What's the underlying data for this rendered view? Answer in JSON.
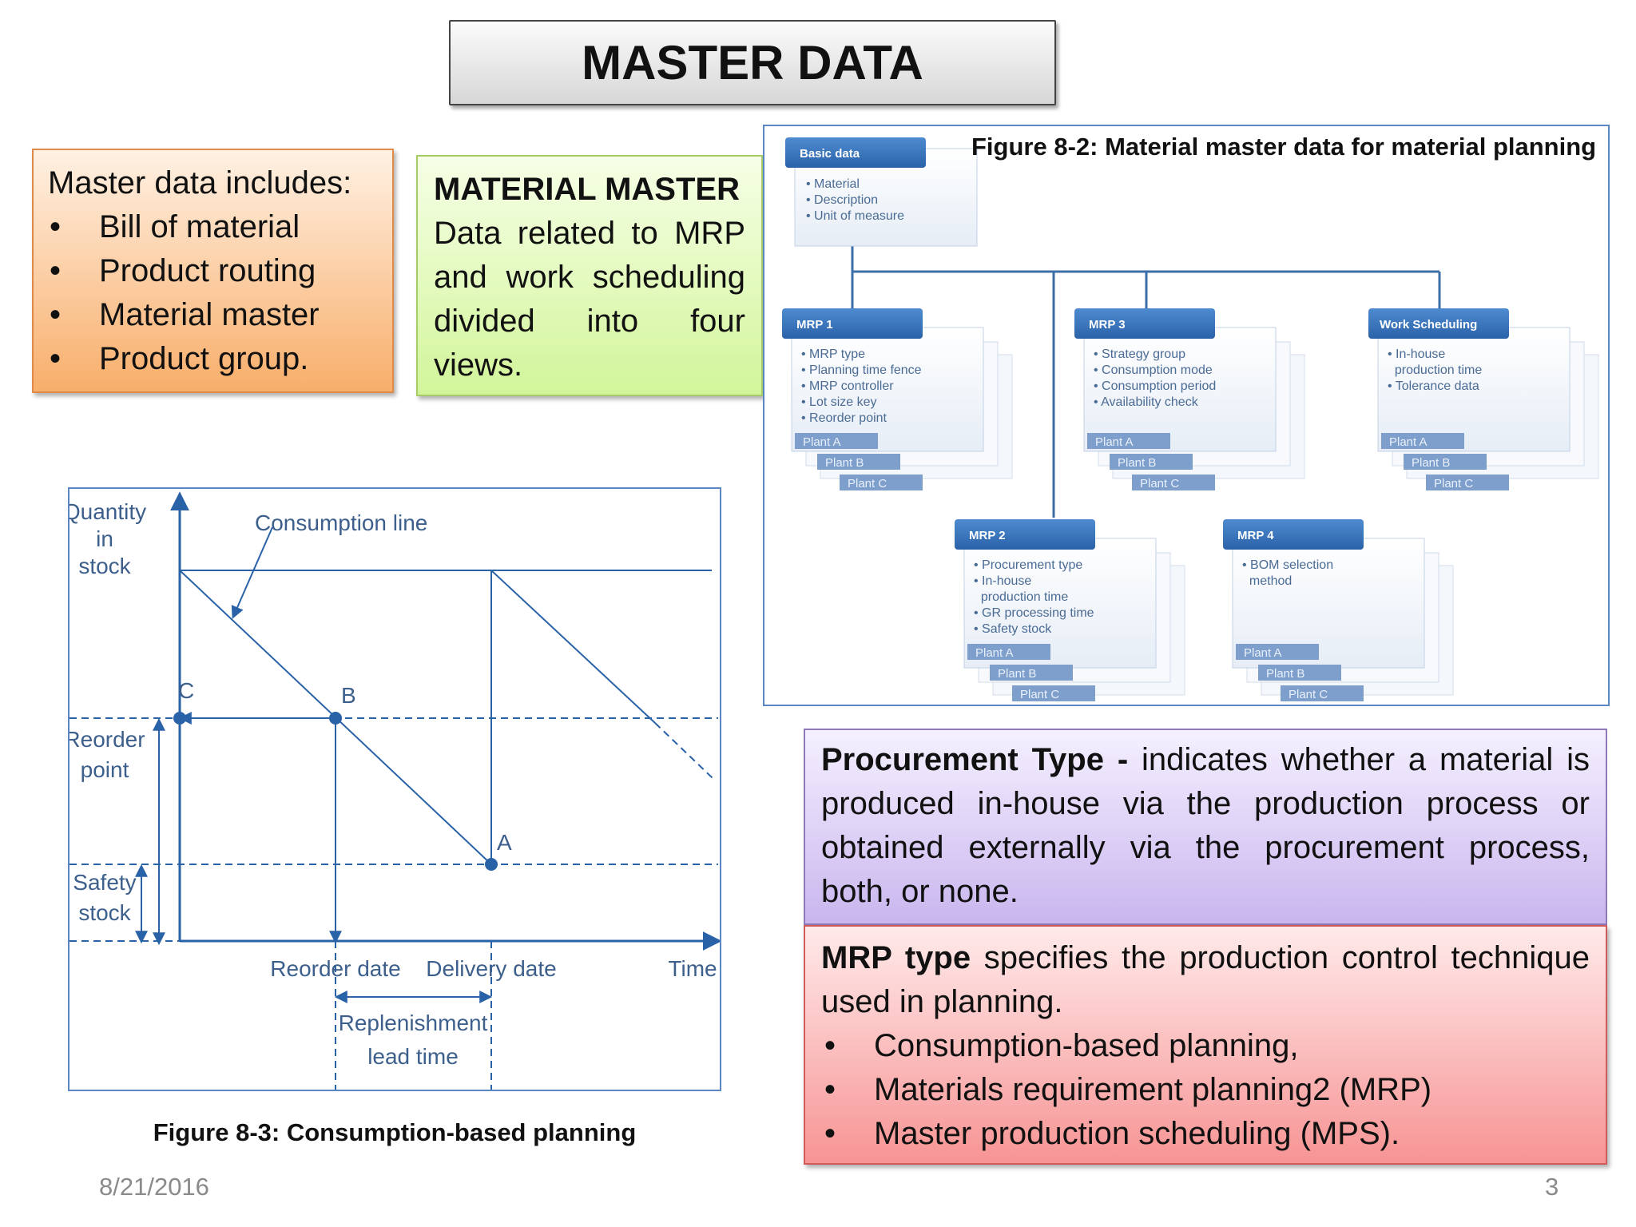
{
  "title": "MASTER DATA",
  "master_box": {
    "heading": "Master data includes:",
    "items": [
      "Bill of material",
      "Product routing",
      "Material master",
      "Product group."
    ]
  },
  "material_box": {
    "heading": "MATERIAL MASTER",
    "body": "Data related to MRP and work scheduling divided into four views."
  },
  "fig82": {
    "title": "Figure 8-2: Material master data for material planning",
    "basic": {
      "label": "Basic data",
      "items": [
        "• Material",
        "• Description",
        "• Unit of measure"
      ]
    },
    "mrp1": {
      "label": "MRP 1",
      "items": [
        "• MRP type",
        "• Planning time fence",
        "• MRP controller",
        "• Lot size key",
        "• Reorder point"
      ]
    },
    "mrp3": {
      "label": "MRP 3",
      "items": [
        "• Strategy group",
        "• Consumption mode",
        "• Consumption period",
        "• Availability check"
      ]
    },
    "work": {
      "label": "Work Scheduling",
      "items": [
        "• In-house",
        "  production time",
        "• Tolerance data"
      ]
    },
    "mrp2": {
      "label": "MRP 2",
      "items": [
        "• Procurement type",
        "• In-house",
        "  production time",
        "• GR processing time",
        "• Safety stock"
      ]
    },
    "mrp4": {
      "label": "MRP 4",
      "items": [
        "• BOM selection",
        "  method"
      ]
    },
    "plants": [
      "Plant A",
      "Plant B",
      "Plant C"
    ]
  },
  "fig83": {
    "caption": "Figure 8-3: Consumption-based planning",
    "ylabel": [
      "Quantity",
      "in",
      "stock"
    ],
    "consumption_line": "Consumption line",
    "reorder_point": [
      "Reorder",
      "point"
    ],
    "safety_stock": [
      "Safety",
      "stock"
    ],
    "point_c": "C",
    "point_b": "B",
    "point_a": "A",
    "reorder_date": "Reorder date",
    "delivery_date": "Delivery date",
    "time": "Time",
    "replenishment": [
      "Replenishment",
      "lead time"
    ]
  },
  "procurement": {
    "term": "Procurement Type -",
    "text": " indicates whether a material is produced in-house via the production process or obtained externally via the procurement process, both, or none."
  },
  "mrp_type": {
    "term": "MRP type",
    "text": " specifies the production control technique used in planning.",
    "items": [
      "Consumption-based planning,",
      "Materials requirement planning2 (MRP)",
      "Master production scheduling (MPS)."
    ]
  },
  "footer": {
    "date": "8/21/2016",
    "page": "3"
  },
  "colors": {
    "card_header": "#2f6db5",
    "plant_tab": "#7e9fcc",
    "frame": "#5b86c4"
  }
}
